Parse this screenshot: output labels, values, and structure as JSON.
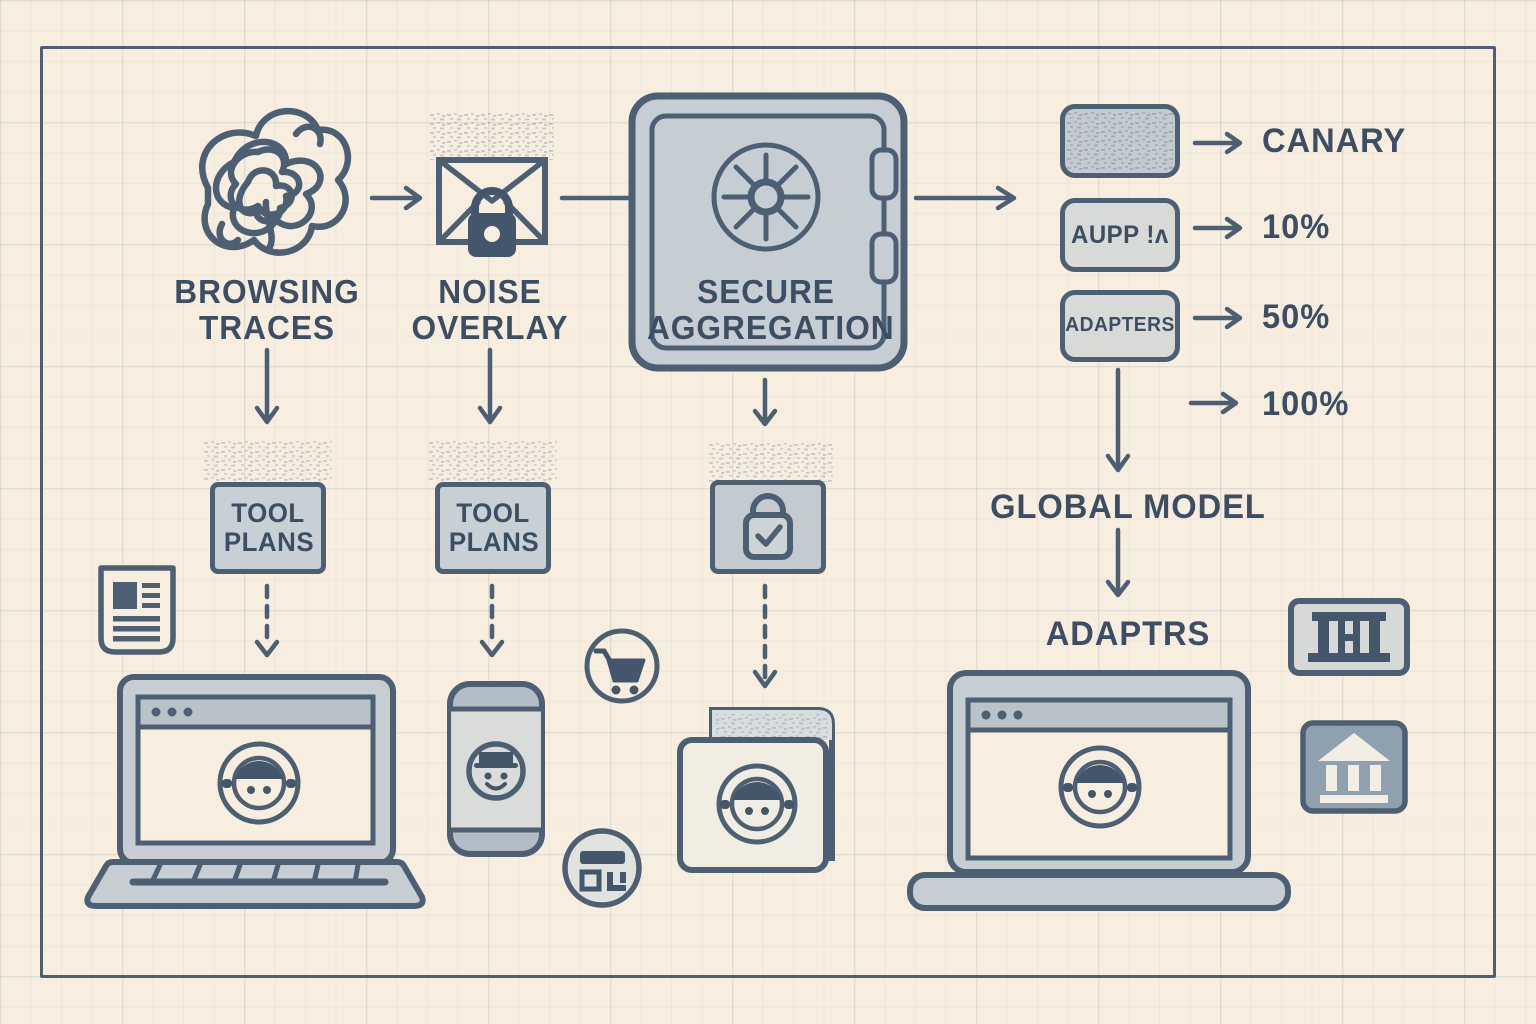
{
  "pipeline": {
    "step1": {
      "label": "BROWSING TRACES",
      "icon": "tangle-scribble-icon"
    },
    "step2": {
      "label": "NOISE OVERLAY",
      "icon": "envelope-lock-icon"
    },
    "step3": {
      "label": "SECURE AGGREGATION",
      "icon": "vault-icon"
    }
  },
  "rollout": {
    "pills": [
      "",
      "AUPP !ʌ",
      "ADAPTERS"
    ],
    "stages": [
      "CANARY",
      "10%",
      "50%",
      "100%"
    ],
    "global_model_label": "GLOBAL MODEL",
    "adapters_label": "ADAPTRS"
  },
  "plans": {
    "box1_label": "TOOL PLANS",
    "box2_label": "TOOL PLANS"
  },
  "icons": [
    "tangle-scribble-icon",
    "envelope-lock-icon",
    "vault-dial-icon",
    "lock-check-icon",
    "document-icon",
    "laptop-icon",
    "phone-icon",
    "cart-icon",
    "storefront-icon",
    "folder-profile-icon",
    "bank-columns-icon",
    "bank-building-icon",
    "avatar-face-icon"
  ],
  "colors": {
    "ink": "#4d5f72",
    "text": "#3c4e63",
    "paper": "#f7eee0",
    "panel": "#c6cdd3",
    "panel_light": "#d7dad6",
    "bank_solid": "#8fa0ae"
  }
}
